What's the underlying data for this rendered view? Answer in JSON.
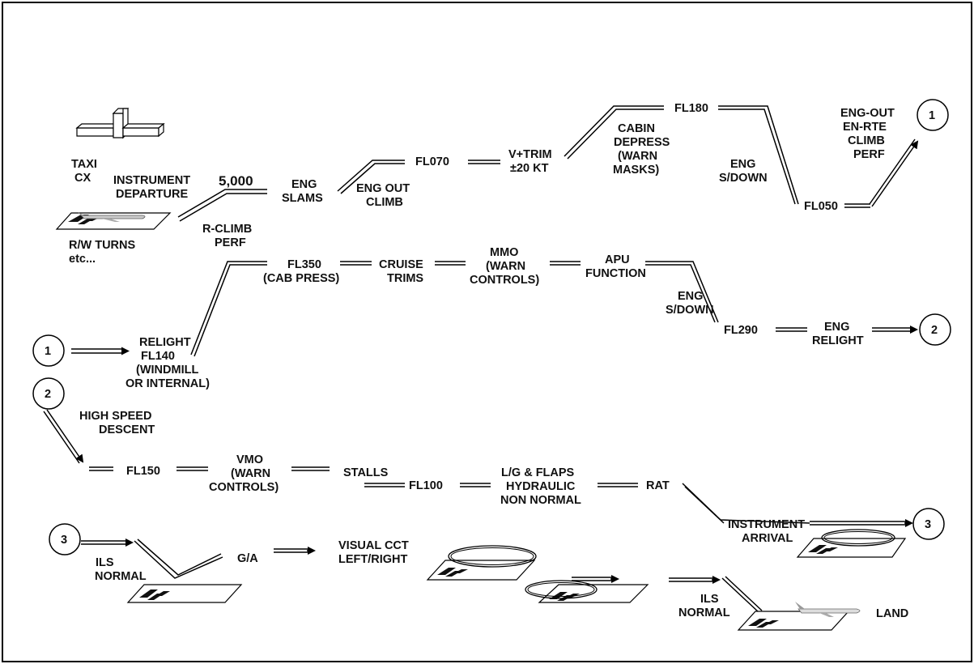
{
  "row1": {
    "taxi": [
      "TAXI",
      "CX"
    ],
    "instrument_departure": [
      "INSTRUMENT",
      "DEPARTURE"
    ],
    "alt_5000": "5,000",
    "r_climb_perf": [
      "R-CLIMB",
      "PERF"
    ],
    "rw_turns": [
      "R/W TURNS",
      "etc..."
    ],
    "eng_slams": [
      "ENG",
      "SLAMS"
    ],
    "eng_out_climb": [
      "ENG OUT",
      "CLIMB"
    ],
    "fl070": "FL070",
    "v_trim": [
      "V+TRIM",
      "±20 KT"
    ],
    "cabin_depress": [
      "CABIN",
      "DEPRESS",
      "(WARN",
      "MASKS)"
    ],
    "fl180": "FL180",
    "eng_sdown": [
      "ENG",
      "S/DOWN"
    ],
    "fl050": "FL050",
    "eng_out_enrte": [
      "ENG-OUT",
      "EN-RTE",
      "CLIMB",
      "PERF"
    ],
    "connector_out": "1"
  },
  "row2": {
    "connector_in": "1",
    "relight": [
      "RELIGHT",
      "FL140",
      "(WINDMILL",
      "OR INTERNAL)"
    ],
    "fl350": [
      "FL350",
      "(CAB PRESS)"
    ],
    "cruise_trims": [
      "CRUISE",
      "TRIMS"
    ],
    "mmo": [
      "MMO",
      "(WARN",
      "CONTROLS)"
    ],
    "apu_function": [
      "APU",
      "FUNCTION"
    ],
    "eng_sdown": [
      "ENG",
      "S/DOWN"
    ],
    "fl290": "FL290",
    "eng_relight": [
      "ENG",
      "RELIGHT"
    ],
    "connector_out": "2"
  },
  "row3": {
    "connector_in": "2",
    "high_speed_descent": [
      "HIGH SPEED",
      "DESCENT"
    ],
    "fl150": "FL150",
    "vmo": [
      "VMO",
      "(WARN",
      "CONTROLS)"
    ],
    "stalls": "STALLS",
    "fl100": "FL100",
    "lg_flaps": [
      "L/G & FLAPS",
      "HYDRAULIC",
      "NON NORMAL"
    ],
    "rat": "RAT",
    "instrument_arrival": [
      "INSTRUMENT",
      "ARRIVAL"
    ],
    "connector_out": "3"
  },
  "row4": {
    "connector_in": "3",
    "ils_normal_1": [
      "ILS",
      "NORMAL"
    ],
    "ga": "G/A",
    "visual_cct": [
      "VISUAL CCT",
      "LEFT/RIGHT"
    ],
    "ils_normal_2": [
      "ILS",
      "NORMAL"
    ],
    "land": "LAND"
  }
}
